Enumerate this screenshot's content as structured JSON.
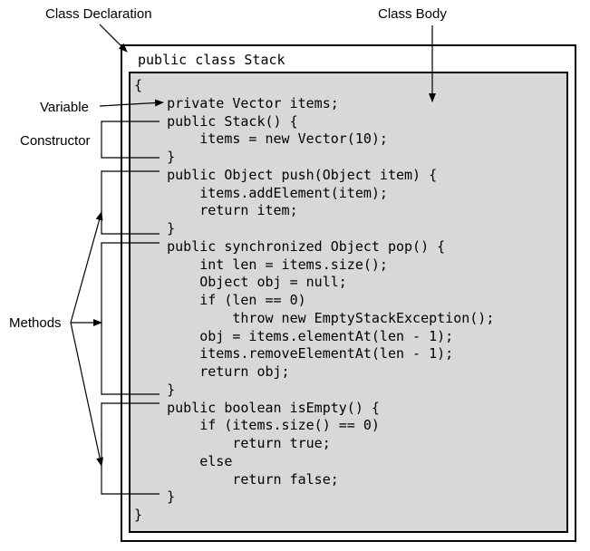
{
  "labels": {
    "class_declaration": "Class Declaration",
    "class_body": "Class Body",
    "variable": "Variable",
    "constructor": "Constructor",
    "methods": "Methods"
  },
  "code": {
    "class_declaration": "public class Stack",
    "lines": [
      "{",
      "    private Vector items;",
      "    public Stack() {",
      "        items = new Vector(10);",
      "    }",
      "    public Object push(Object item) {",
      "        items.addElement(item);",
      "        return item;",
      "    }",
      "    public synchronized Object pop() {",
      "        int len = items.size();",
      "        Object obj = null;",
      "        if (len == 0)",
      "            throw new EmptyStackException();",
      "        obj = items.elementAt(len - 1);",
      "        items.removeElementAt(len - 1);",
      "        return obj;",
      "    }",
      "    public boolean isEmpty() {",
      "        if (items.size() == 0)",
      "            return true;",
      "        else",
      "            return false;",
      "    }",
      "}"
    ]
  },
  "colors": {
    "class_body_fill": "#d8d8d8",
    "line": "#000000",
    "background": "#ffffff"
  }
}
